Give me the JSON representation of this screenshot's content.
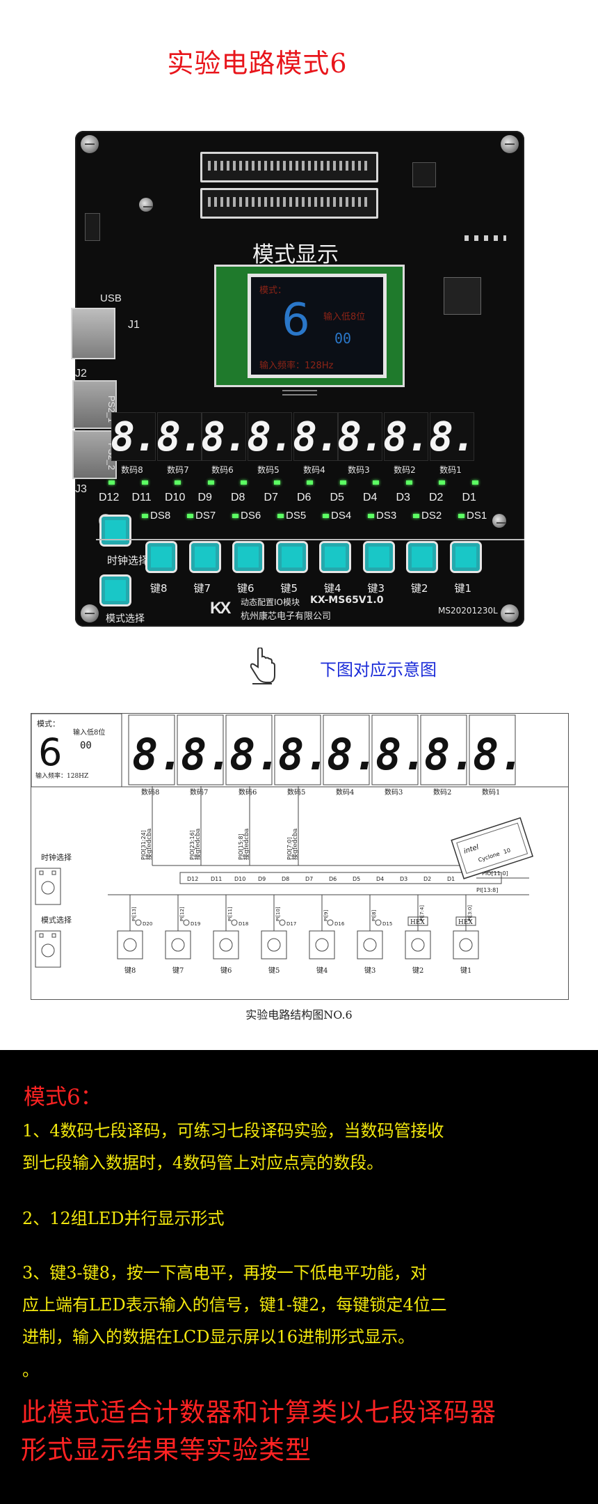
{
  "title": "实验电路模式6",
  "board": {
    "mode_label": "模式显示",
    "usb_label": "USB",
    "j1_label": "J1",
    "j2_label": "J2",
    "j3_label": "J3",
    "ps2_1": "PS2_1",
    "ps2_2": "PS2_2",
    "lcd": {
      "mode_text": "模式：",
      "mode_number": "6",
      "input_text": "输入低8位",
      "hex_value": "00",
      "freq_text": "输入频率：128Hz"
    },
    "seg_names": [
      "数码8",
      "数码7",
      "数码6",
      "数码5",
      "数码4",
      "数码3",
      "数码2",
      "数码1"
    ],
    "seg_display": "8.",
    "led_names": [
      "D12",
      "D11",
      "D10",
      "D9",
      "D8",
      "D7",
      "D6",
      "D5",
      "D4",
      "D3",
      "D2",
      "D1"
    ],
    "ds_names": [
      "DS8",
      "DS7",
      "DS6",
      "DS5",
      "DS4",
      "DS3",
      "DS2",
      "DS1"
    ],
    "key_names": [
      "键8",
      "键7",
      "键6",
      "键5",
      "键4",
      "键3",
      "键2",
      "键1"
    ],
    "clock_select": "时钟选择",
    "mode_select": "模式选择",
    "footer_module": "动态配置IO模块",
    "footer_model": "KX-MS65V1.0",
    "footer_company": "杭州康芯电子有限公司",
    "serial": "MS20201230L",
    "logo": "KX"
  },
  "hint": "下图对应示意图",
  "schematic": {
    "mode_label": "模式：",
    "mode_number": "6",
    "input_label": "输入低8位",
    "hex_value": "00",
    "freq_label": "输入频率：128HZ",
    "digit_names": [
      "数码8",
      "数码7",
      "数码6",
      "数码5",
      "数码4",
      "数码3",
      "数码2",
      "数码1"
    ],
    "bus_labels": [
      "PIO[31:24]",
      "PIO[23:16]",
      "PIO[15:8]",
      "PIO[7:0]"
    ],
    "bus_desc": "接gfedcba",
    "led_labels": [
      "D12",
      "D11",
      "D10",
      "D9",
      "D8",
      "D7",
      "D6",
      "D5",
      "D4",
      "D3",
      "D2",
      "D1"
    ],
    "pio_led": "PIO[11:0]",
    "pio_key": "PI[13:8]",
    "key_pio": [
      "PI[13]",
      "PI[12]",
      "PI[11]",
      "PI[10]",
      "PI[9]",
      "PI[8]",
      "PI[7:4]",
      "PI[3:0]"
    ],
    "key_leds": [
      "D20",
      "D19",
      "D18",
      "D17",
      "D16",
      "D15"
    ],
    "hex_tag": "HEX",
    "key_names": [
      "键8",
      "键7",
      "键6",
      "键5",
      "键4",
      "键3",
      "键2",
      "键1"
    ],
    "clock_select": "时钟选择",
    "mode_select": "模式选择",
    "chip_brand": "intel",
    "chip_name": "Cyclone",
    "chip_suffix": "10",
    "caption": "实验电路结构图NO.6"
  },
  "panel": {
    "heading": "模式6：",
    "line1": "1、4数码七段译码，可练习七段译码实验，当数码管接收",
    "line2": "到七段输入数据时，4数码管上对应点亮的数段。",
    "line3": "2、12组LED并行显示形式",
    "line4": "3、键3-键8，按一下高电平，再按一下低电平功能，对",
    "line5": "应上端有LED表示输入的信号，键1-键2，每键锁定4位二",
    "line6": "进制，输入的数据在LCD显示屏以16进制形式显示。",
    "line7": "。",
    "red1": "此模式适合计数器和计算类以七段译码器",
    "red2": "形式显示结果等实验类型"
  },
  "colors": {
    "title_red": "#e8151b",
    "hint_blue": "#1a2bd8",
    "key_cyan": "#19c7c7",
    "led_green": "#5cff63",
    "text_yellow": "#f3e80e"
  }
}
